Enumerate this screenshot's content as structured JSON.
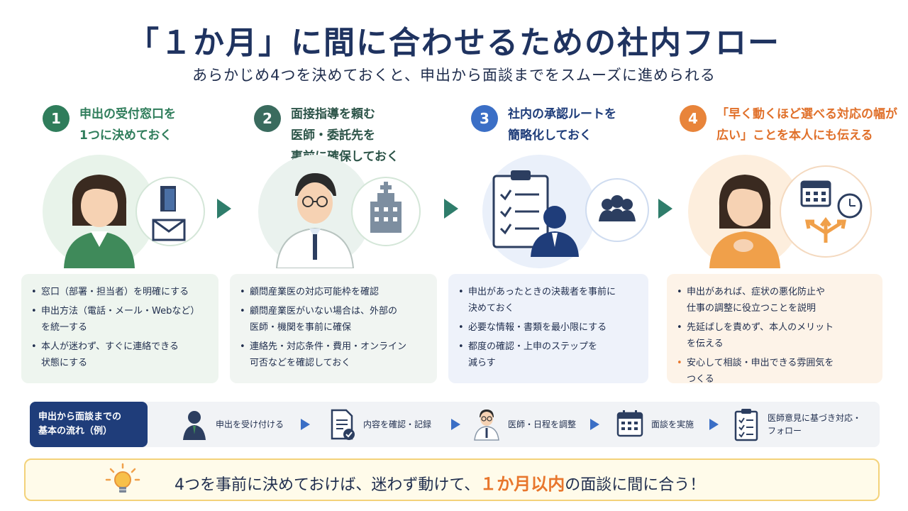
{
  "title": "「１か月」に間に合わせるための社内フロー",
  "subtitle": "あらかじめ4つを決めておくと、申出から面談までをスムーズに進められる",
  "colors": {
    "step1": "#2f7d5b",
    "step2": "#3a6b5e",
    "step3": "#3b6fc6",
    "step4": "#e8843a",
    "navy": "#1f3d7a",
    "arrow": "#2f7d6b"
  },
  "steps": [
    {
      "number": "1",
      "title": "申出の受付窓口を\n1つに決めておく",
      "icons": [
        "woman-icon",
        "door-icon",
        "envelope-icon"
      ],
      "bullets": [
        "窓口（部署・担当者）を明確にする",
        "申出方法（電話・メール・Webなど）\nを統一する",
        "本人が迷わず、すぐに連絡できる\n状態にする"
      ]
    },
    {
      "number": "2",
      "title": "面接指導を頼む\n医師・委託先を\n事前に確保しておく",
      "icons": [
        "doctor-icon",
        "hospital-icon"
      ],
      "bullets": [
        "顧問産業医の対応可能枠を確認",
        "顧問産業医がいない場合は、外部の\n医師・機関を事前に確保",
        "連絡先・対応条件・費用・オンライン\n可否などを確認しておく"
      ]
    },
    {
      "number": "3",
      "title": "社内の承認ルートを\n簡略化しておく",
      "icons": [
        "checklist-icon",
        "person-icon",
        "group-icon"
      ],
      "bullets": [
        "申出があったときの決裁者を事前に\n決めておく",
        "必要な情報・書類を最小限にする",
        "都度の確認・上申のステップを\n減らす"
      ]
    },
    {
      "number": "4",
      "title": "「早く動くほど選べる対応の幅が\n広い」ことを本人にも伝える",
      "icons": [
        "woman-icon",
        "calendar-icon",
        "clock-icon",
        "branch-arrows-icon"
      ],
      "bullets": [
        "申出があれば、症状の悪化防止や\n仕事の調整に役立つことを説明",
        "先延ばしを責めず、本人のメリット\nを伝える",
        "安心して相談・申出できる雰囲気を\nつくる"
      ]
    }
  ],
  "flow": {
    "label": "申出から面談までの\n基本の流れ（例）",
    "items": [
      {
        "label": "申出を受け付ける",
        "icon": "person-icon"
      },
      {
        "label": "内容を確認・記録",
        "icon": "document-check-icon"
      },
      {
        "label": "医師・日程を調整",
        "icon": "doctor-icon"
      },
      {
        "label": "面談を実施",
        "icon": "calendar-icon"
      },
      {
        "label": "医師意見に基づき対応・\nフォロー",
        "icon": "checklist-icon"
      }
    ]
  },
  "bottom": {
    "icon": "lightbulb-icon",
    "text_before": "4つを事前に決めておけば、迷わず動けて、",
    "highlight": "１か月以内",
    "text_after": "の面談に間に合う！"
  }
}
